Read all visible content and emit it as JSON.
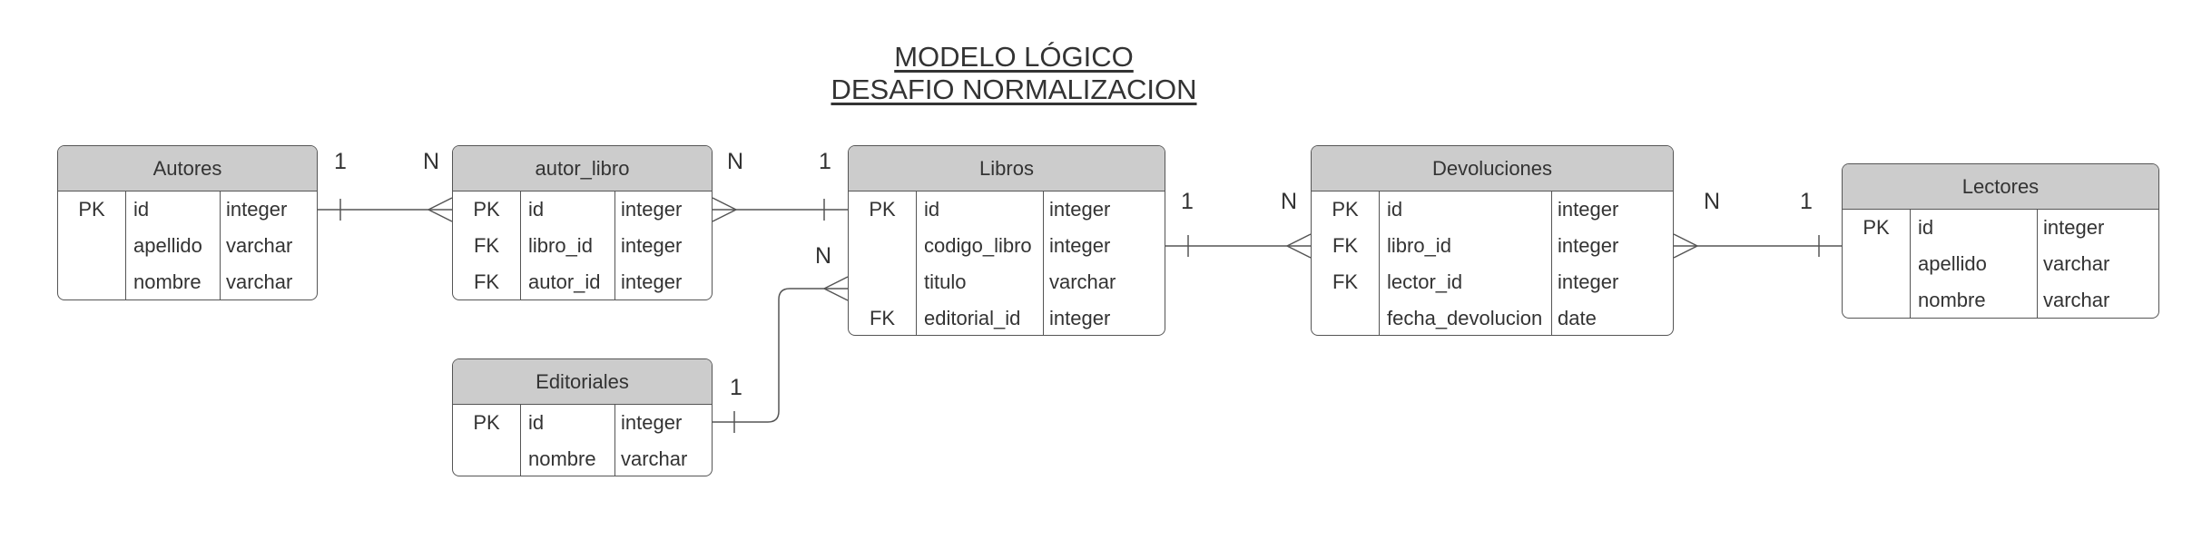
{
  "title": {
    "line1": "MODELO LÓGICO",
    "line2": "DESAFIO NORMALIZACION"
  },
  "entities": {
    "autores": {
      "name": "Autores",
      "rows": [
        {
          "key": "PK",
          "field": "id",
          "type": "integer"
        },
        {
          "key": "",
          "field": "apellido",
          "type": "varchar"
        },
        {
          "key": "",
          "field": "nombre",
          "type": "varchar"
        }
      ]
    },
    "autor_libro": {
      "name": "autor_libro",
      "rows": [
        {
          "key": "PK",
          "field": "id",
          "type": "integer"
        },
        {
          "key": "FK",
          "field": "libro_id",
          "type": "integer"
        },
        {
          "key": "FK",
          "field": "autor_id",
          "type": "integer"
        }
      ]
    },
    "libros": {
      "name": "Libros",
      "rows": [
        {
          "key": "PK",
          "field": "id",
          "type": "integer"
        },
        {
          "key": "",
          "field": "codigo_libro",
          "type": "integer"
        },
        {
          "key": "",
          "field": "titulo",
          "type": "varchar"
        },
        {
          "key": "FK",
          "field": "editorial_id",
          "type": "integer"
        }
      ]
    },
    "devoluciones": {
      "name": "Devoluciones",
      "rows": [
        {
          "key": "PK",
          "field": "id",
          "type": "integer"
        },
        {
          "key": "FK",
          "field": "libro_id",
          "type": "integer"
        },
        {
          "key": "FK",
          "field": "lector_id",
          "type": "integer"
        },
        {
          "key": "",
          "field": "fecha_devolucion",
          "type": "date"
        }
      ]
    },
    "editoriales": {
      "name": "Editoriales",
      "rows": [
        {
          "key": "PK",
          "field": "id",
          "type": "integer"
        },
        {
          "key": "",
          "field": "nombre",
          "type": "varchar"
        }
      ]
    },
    "lectores": {
      "name": "Lectores",
      "rows": [
        {
          "key": "PK",
          "field": "id",
          "type": "integer"
        },
        {
          "key": "",
          "field": "apellido",
          "type": "varchar"
        },
        {
          "key": "",
          "field": "nombre",
          "type": "varchar"
        }
      ]
    }
  },
  "relationships": [
    {
      "from": "Autores",
      "to": "autor_libro",
      "from_card": "1",
      "to_card": "N"
    },
    {
      "from": "autor_libro",
      "to": "Libros",
      "from_card": "N",
      "to_card": "1"
    },
    {
      "from": "Editoriales",
      "to": "Libros",
      "from_card": "1",
      "to_card": "N"
    },
    {
      "from": "Libros",
      "to": "Devoluciones",
      "from_card": "1",
      "to_card": "N"
    },
    {
      "from": "Devoluciones",
      "to": "Lectores",
      "from_card": "N",
      "to_card": "1"
    }
  ],
  "colors": {
    "header_fill": "#cccccc",
    "border": "#555555",
    "text": "#333333"
  }
}
